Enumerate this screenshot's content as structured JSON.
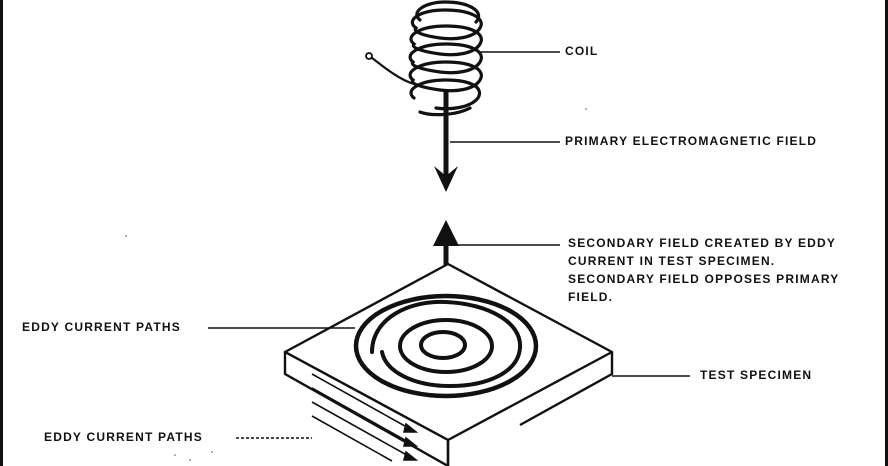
{
  "diagram": {
    "labels": {
      "coil": "COIL",
      "primary_field": "PRIMARY ELECTROMAGNETIC FIELD",
      "secondary_field": [
        "SECONDARY FIELD CREATED BY EDDY",
        "CURRENT IN TEST SPECIMEN.",
        "SECONDARY FIELD OPPOSES PRIMARY",
        "FIELD."
      ],
      "eddy_paths_top": "EDDY CURRENT PATHS",
      "test_specimen": "TEST SPECIMEN",
      "eddy_paths_side": "EDDY CURRENT PATHS"
    },
    "colors": {
      "ink": "#111111",
      "background": "#ffffff"
    }
  }
}
